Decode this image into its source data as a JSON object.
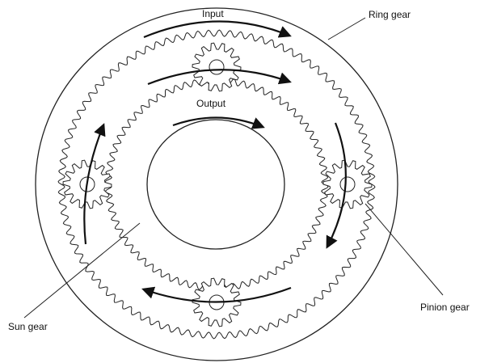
{
  "labels": {
    "input": "Input",
    "output": "Output",
    "ring_gear": "Ring gear",
    "sun_gear": "Sun gear",
    "pinion_gear": "Pinion gear"
  },
  "components": {
    "pinion_count": 4
  }
}
